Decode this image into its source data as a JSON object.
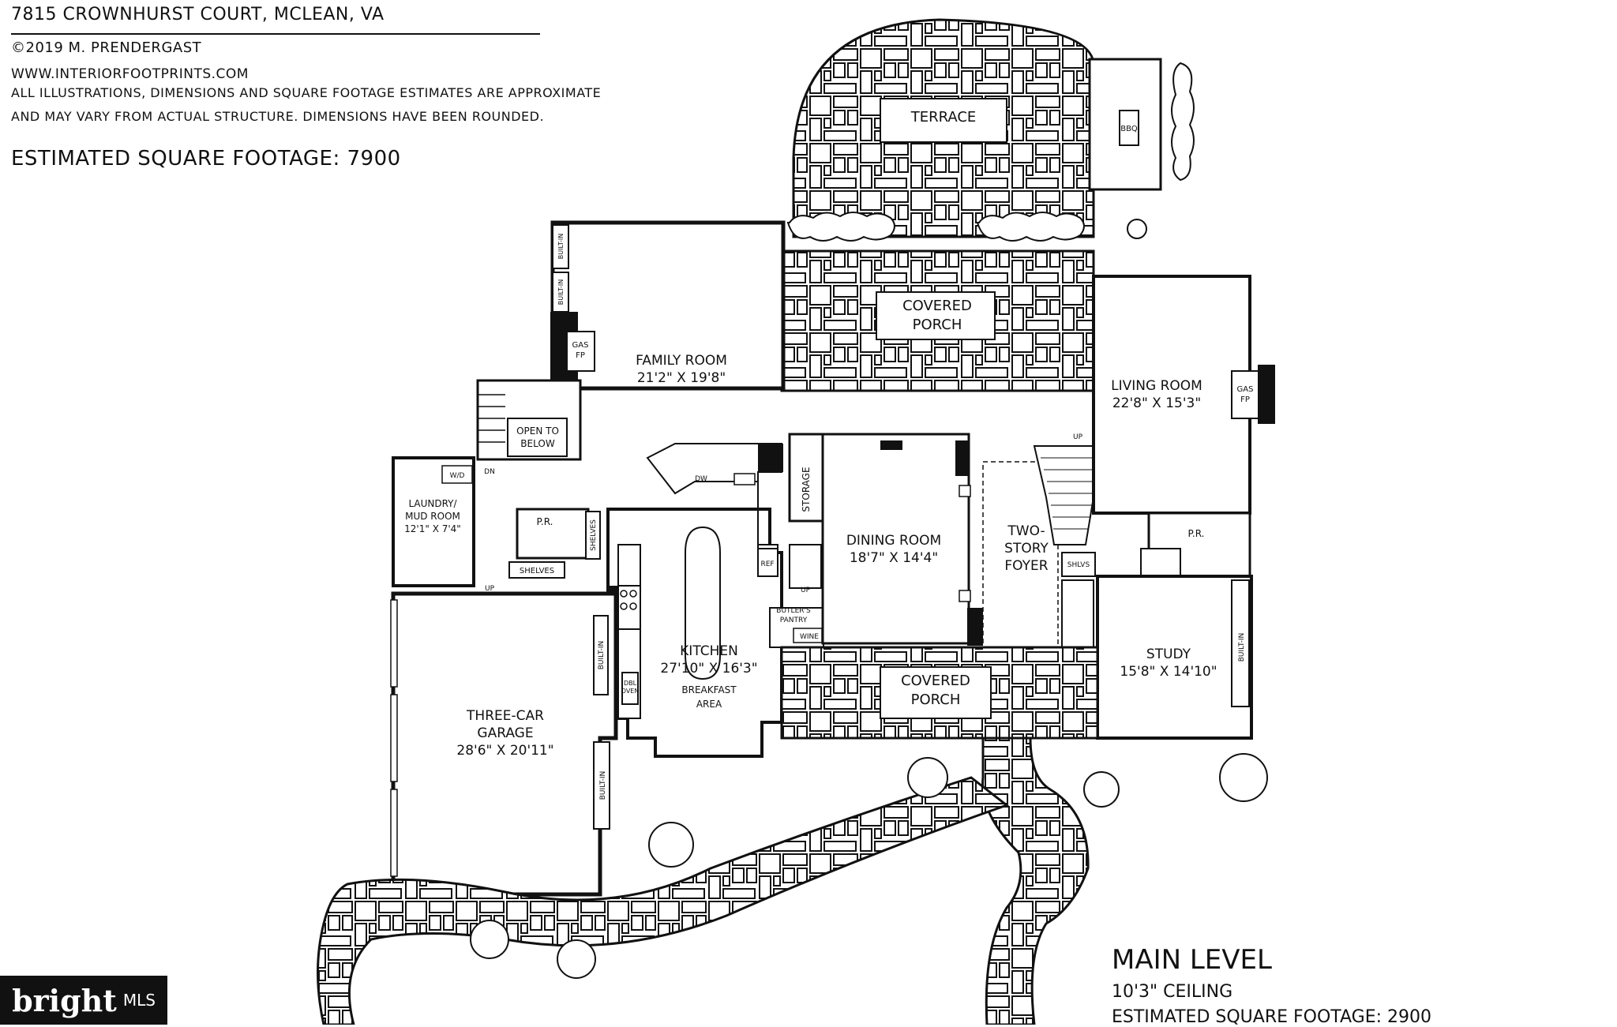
{
  "header": {
    "address": "7815 CROWNHURST COURT, MCLEAN, VA",
    "copyright": "©2019 M. PRENDERGAST",
    "website": "WWW.INTERIORFOOTPRINTS.COM",
    "disclaimer_line1": "ALL ILLUSTRATIONS, DIMENSIONS AND SQUARE FOOTAGE ESTIMATES ARE APPROXIMATE",
    "disclaimer_line2": "AND MAY VARY FROM ACTUAL STRUCTURE. DIMENSIONS HAVE BEEN ROUNDED.",
    "total_sqft": "ESTIMATED SQUARE FOOTAGE: 7900"
  },
  "level": {
    "name": "MAIN LEVEL",
    "ceiling": "10'3\" CEILING",
    "sqft": "ESTIMATED SQUARE FOOTAGE: 2900"
  },
  "rooms": {
    "terrace": "TERRACE",
    "bbq": "BBQ",
    "covered_porch_rear_l1": "COVERED",
    "covered_porch_rear_l2": "PORCH",
    "family_room_name": "FAMILY ROOM",
    "family_room_dim": "21'2\" X 19'8\"",
    "living_room_name": "LIVING ROOM",
    "living_room_dim": "22'8\" X 15'3\"",
    "dining_room_name": "DINING ROOM",
    "dining_room_dim": "18'7\" X 14'4\"",
    "foyer_l1": "TWO-",
    "foyer_l2": "STORY",
    "foyer_l3": "FOYER",
    "kitchen_name": "KITCHEN",
    "kitchen_dim": "27'10\" X 16'3\"",
    "breakfast_l1": "BREAKFAST",
    "breakfast_l2": "AREA",
    "laundry_l1": "LAUNDRY/",
    "laundry_l2": "MUD ROOM",
    "laundry_dim": "12'1\" X 7'4\"",
    "garage_l1": "THREE-CAR",
    "garage_l2": "GARAGE",
    "garage_dim": "28'6\" X 20'11\"",
    "study_name": "STUDY",
    "study_dim": "15'8\" X 14'10\"",
    "covered_porch_front_l1": "COVERED",
    "covered_porch_front_l2": "PORCH",
    "open_to_l1": "OPEN TO",
    "open_to_l2": "BELOW",
    "pr_left": "P.R.",
    "pr_right": "P.R.",
    "storage": "STORAGE",
    "butlers_l1": "BUTLER'S",
    "butlers_l2": "PANTRY",
    "wine": "WINE",
    "shelves_left": "SHELVES",
    "shelves_vert": "SHELVES",
    "shlvs": "SHLVS",
    "gas_fp_l1": "GAS",
    "gas_fp_l2": "FP",
    "builtin": "BUILT-IN",
    "dw": "DW",
    "wd": "W/D",
    "ref": "REF",
    "dbl_oven_l1": "DBL",
    "dbl_oven_l2": "OVEN",
    "up": "UP",
    "dn": "DN"
  },
  "watermark": {
    "word": "bright",
    "suffix": "MLS"
  }
}
